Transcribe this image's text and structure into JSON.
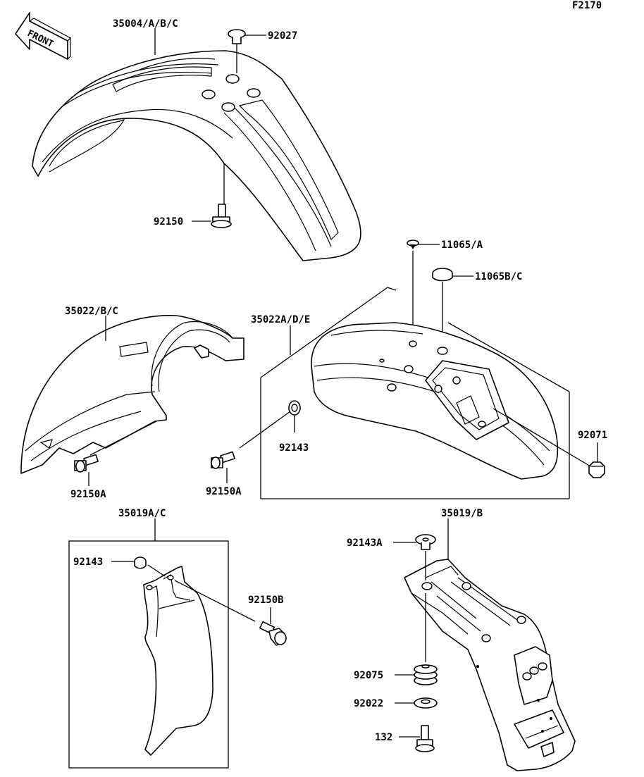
{
  "figure_code": "F2170",
  "front_label": "FRONT",
  "labels": {
    "front_fender": "35004/A/B/C",
    "cap_92027": "92027",
    "bolt_92150": "92150",
    "cap_11065a": "11065/A",
    "cap_11065bc": "11065B/C",
    "rear_fender_left": "35022/B/C",
    "rear_fender_right": "35022A/D/E",
    "nut_92071": "92071",
    "washer_92143_mid": "92143",
    "bolt_92150a_left": "92150A",
    "bolt_92150a_mid": "92150A",
    "flap_left": "35019A/C",
    "flap_right": "35019/B",
    "collar_92143a": "92143A",
    "washer_92143_bottom": "92143",
    "bolt_92150b": "92150B",
    "damper_92075": "92075",
    "washer_92022": "92022",
    "bolt_132": "132"
  }
}
